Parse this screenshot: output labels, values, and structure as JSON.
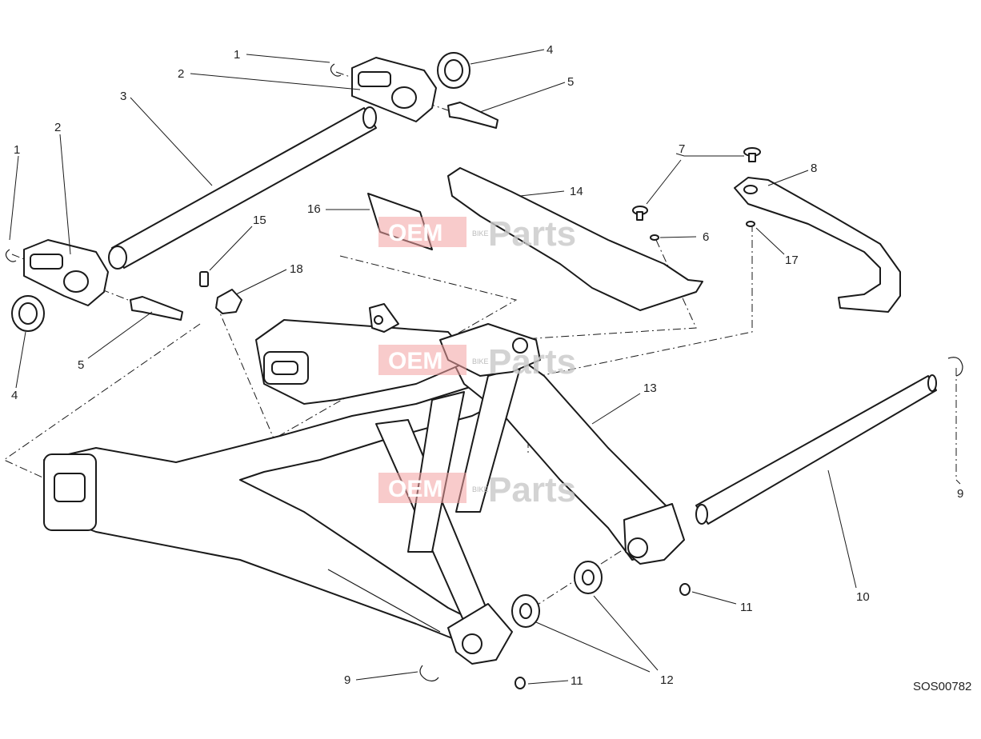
{
  "callouts": [
    "1",
    "2",
    "3",
    "4",
    "5",
    "1",
    "2",
    "4",
    "5",
    "7",
    "8",
    "6",
    "17",
    "14",
    "16",
    "15",
    "18",
    "13",
    "9",
    "10",
    "11",
    "9",
    "11",
    "12"
  ],
  "watermark": {
    "left": "OEM",
    "middle": "BIKE",
    "right": "Parts"
  },
  "drawing_code": "SOS00782"
}
